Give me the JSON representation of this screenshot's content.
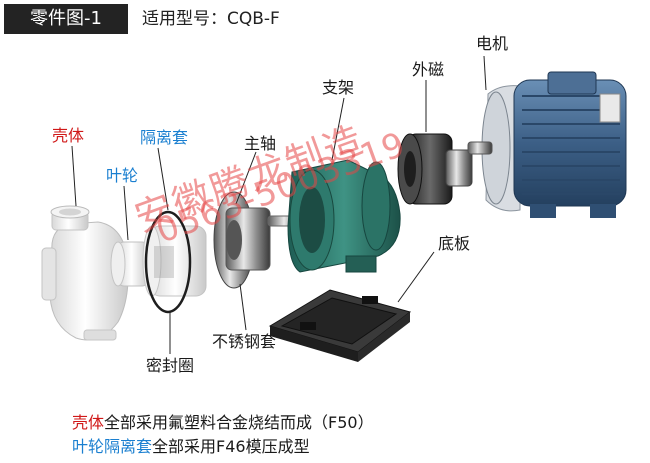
{
  "header": {
    "tag": "零件图-1",
    "model": "适用型号：CQB-F"
  },
  "labels": {
    "shell": "壳体",
    "impeller": "叶轮",
    "isolation_sleeve": "隔离套",
    "main_shaft": "主轴",
    "bracket": "支架",
    "outer_magnet": "外磁",
    "motor": "电机",
    "base_plate": "底板",
    "stainless_sleeve": "不锈钢套",
    "seal_ring": "密封圈"
  },
  "captions": {
    "line1_highlight": "壳体",
    "line1_text": "全部采用氟塑料合金烧结而成（F50）",
    "line2_highlight": "叶轮隔离套",
    "line2_text": "全部采用F46模压成型"
  },
  "watermark": {
    "brand": "安徽腾龙制造",
    "phone": "0563-5003319"
  },
  "colors": {
    "highlight_red": "#d01818",
    "highlight_blue": "#1a7fd0",
    "bracket_green": "#2f7f72",
    "motor_blue": "#3c5f86"
  }
}
